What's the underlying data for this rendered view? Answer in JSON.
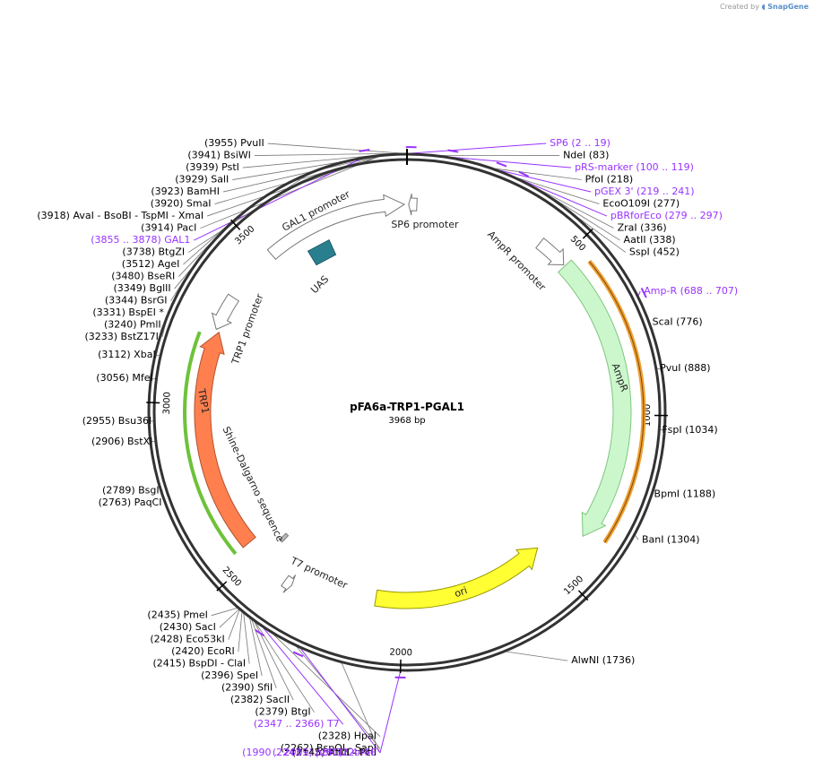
{
  "credit": {
    "prefix": "Created by",
    "brand": "SnapGene"
  },
  "plasmid": {
    "name": "pFA6a-TRP1-PGAL1",
    "size": 3968,
    "size_label": "3968 bp"
  },
  "ticks": [
    "500",
    "1000",
    "1500",
    "2000",
    "2500",
    "3000",
    "3500"
  ],
  "features": [
    {
      "label": "AmpR",
      "start": 520,
      "end": 1380,
      "color": "#ccf7cc",
      "stroke": "#7fc57f"
    },
    {
      "label": "ori",
      "start": 1500,
      "end": 2089,
      "color": "#ffff33",
      "stroke": "#999900"
    },
    {
      "label": "TRP1",
      "start": 2540,
      "end": 3230,
      "color": "#ff7f4f",
      "stroke": "#b0532d"
    },
    {
      "label": "AmpR promoter",
      "start": 420,
      "end": 515,
      "color": "#ffffff",
      "stroke": "#777777"
    },
    {
      "label": "SP6 promoter",
      "start": 5,
      "end": 30,
      "color": "#ffffff",
      "stroke": "#777777"
    },
    {
      "label": "GAL1 promoter",
      "start": 3520,
      "end": 3960,
      "color": "#ffffff",
      "stroke": "#777777"
    },
    {
      "label": "TRP1 promoter",
      "start": 3235,
      "end": 3345,
      "color": "#ffffff",
      "stroke": "#777777"
    },
    {
      "label": "T7 promoter",
      "start": 2355,
      "end": 2380,
      "color": "#ffffff",
      "stroke": "#777777"
    },
    {
      "label": "UAS",
      "start": 3620,
      "end": 3700,
      "color": "#2a7f8f",
      "stroke": "#1f5f6a"
    },
    {
      "label": "Shine-Dalgarno sequence",
      "start": 2468,
      "end": 2480,
      "color": "#bbbbbb",
      "stroke": "#777777"
    }
  ],
  "orange_arc": {
    "start": 555,
    "end": 1360,
    "color": "#f0a030"
  },
  "green_arc": {
    "start": 2540,
    "end": 3210,
    "color": "#6ec23a"
  },
  "sites": [
    {
      "name": "PvuII",
      "pos": 3955,
      "label": "(3955)  PvuII"
    },
    {
      "name": "BsiWI",
      "pos": 3941,
      "label": "(3941)  BsiWI"
    },
    {
      "name": "PstI",
      "pos": 3939,
      "label": "(3939)  PstI"
    },
    {
      "name": "SalI",
      "pos": 3929,
      "label": "(3929)  SalI"
    },
    {
      "name": "BamHI",
      "pos": 3923,
      "label": "(3923)  BamHI"
    },
    {
      "name": "SmaI",
      "pos": 3920,
      "label": "(3920)  SmaI"
    },
    {
      "name": "AvaI",
      "pos": 3918,
      "label": "(3918)  AvaI  - BsoBI  - TspMI  - XmaI"
    },
    {
      "name": "PacI",
      "pos": 3914,
      "label": "(3914)  PacI"
    },
    {
      "name": "BtgZI",
      "pos": 3738,
      "label": "(3738)  BtgZI"
    },
    {
      "name": "AgeI",
      "pos": 3512,
      "label": "(3512)  AgeI"
    },
    {
      "name": "BseRI",
      "pos": 3480,
      "label": "(3480)  BseRI"
    },
    {
      "name": "BglII",
      "pos": 3349,
      "label": "(3349)  BglII"
    },
    {
      "name": "BsrGI",
      "pos": 3344,
      "label": "(3344)  BsrGI"
    },
    {
      "name": "BspEI",
      "pos": 3331,
      "label": "(3331)  BspEI *"
    },
    {
      "name": "PmlI",
      "pos": 3240,
      "label": "(3240)  PmlI"
    },
    {
      "name": "BstZ17I",
      "pos": 3233,
      "label": "(3233)  BstZ17I"
    },
    {
      "name": "XbaI",
      "pos": 3112,
      "label": "(3112)  XbaI"
    },
    {
      "name": "MfeI",
      "pos": 3056,
      "label": "(3056)  MfeI"
    },
    {
      "name": "Bsu36I",
      "pos": 2955,
      "label": "(2955)  Bsu36I"
    },
    {
      "name": "BstXI",
      "pos": 2906,
      "label": "(2906)  BstXI"
    },
    {
      "name": "BsgI",
      "pos": 2789,
      "label": "(2789)  BsgI"
    },
    {
      "name": "PaqCI",
      "pos": 2763,
      "label": "(2763)  PaqCI"
    },
    {
      "name": "PmeI",
      "pos": 2435,
      "label": "(2435)  PmeI"
    },
    {
      "name": "SacI",
      "pos": 2430,
      "label": "(2430)  SacI"
    },
    {
      "name": "Eco53kI",
      "pos": 2428,
      "label": "(2428)  Eco53kI"
    },
    {
      "name": "EcoRI",
      "pos": 2420,
      "label": "(2420)  EcoRI"
    },
    {
      "name": "BspDI",
      "pos": 2415,
      "label": "(2415)  BspDI  - ClaI"
    },
    {
      "name": "SpeI",
      "pos": 2396,
      "label": "(2396)  SpeI"
    },
    {
      "name": "SfiI",
      "pos": 2390,
      "label": "(2390)  SfiI"
    },
    {
      "name": "SacII",
      "pos": 2382,
      "label": "(2382)  SacII"
    },
    {
      "name": "BtgI",
      "pos": 2379,
      "label": "(2379)  BtgI"
    },
    {
      "name": "HpaI",
      "pos": 2328,
      "label": "(2328)  HpaI"
    },
    {
      "name": "BspQI",
      "pos": 2262,
      "label": "(2262)  BspQI  - SapI"
    },
    {
      "name": "AflIII",
      "pos": 2145,
      "label": "(2145)  AflIII  - PciI"
    },
    {
      "name": "NdeI",
      "pos": 83,
      "label": "NdeI    (83)"
    },
    {
      "name": "PfoI",
      "pos": 218,
      "label": "PfoI    (218)"
    },
    {
      "name": "EcoO109I",
      "pos": 277,
      "label": "EcoO109I    (277)"
    },
    {
      "name": "ZraI",
      "pos": 336,
      "label": "ZraI    (336)"
    },
    {
      "name": "AatII",
      "pos": 338,
      "label": "AatII    (338)"
    },
    {
      "name": "SspI",
      "pos": 452,
      "label": "SspI    (452)"
    },
    {
      "name": "ScaI",
      "pos": 776,
      "label": "ScaI    (776)"
    },
    {
      "name": "PvuI",
      "pos": 888,
      "label": "PvuI    (888)"
    },
    {
      "name": "FspI",
      "pos": 1034,
      "label": "FspI    (1034)"
    },
    {
      "name": "BpmI",
      "pos": 1188,
      "label": "BpmI    (1188)"
    },
    {
      "name": "BanI",
      "pos": 1304,
      "label": "BanI    (1304)"
    },
    {
      "name": "AlwNI",
      "pos": 1736,
      "label": "AlwNI    (1736)"
    }
  ],
  "primers": [
    {
      "name": "SP6",
      "pos": 10,
      "label": "SP6    (2 .. 19)"
    },
    {
      "name": "pRS-marker",
      "pos": 110,
      "label": "pRS-marker    (100 .. 119)"
    },
    {
      "name": "pGEX 3'",
      "pos": 230,
      "label": "pGEX 3'    (219 .. 241)"
    },
    {
      "name": "pBRforEco",
      "pos": 288,
      "label": "pBRforEco    (279 .. 297)"
    },
    {
      "name": "Amp-R",
      "pos": 697,
      "label": "Amp-R    (688 .. 707)"
    },
    {
      "name": "pBR322ori-F",
      "pos": 2000,
      "label": "(1990 .. 2009)  pBR322ori-F"
    },
    {
      "name": "L4440",
      "pos": 2251,
      "label": "(2243 .. 2260)  L4440"
    },
    {
      "name": "T7",
      "pos": 2356,
      "label": "(2347 .. 2366)  T7"
    },
    {
      "name": "GAL1",
      "pos": 3866,
      "label": "(3855 .. 3878)  GAL1"
    }
  ]
}
